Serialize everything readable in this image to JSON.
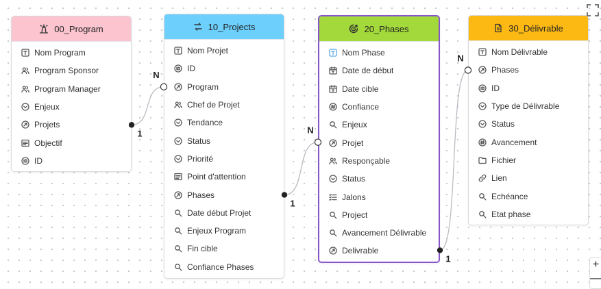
{
  "tables": [
    {
      "key": "a",
      "title": "00_Program",
      "header_color": "#fbc4ce",
      "icon": "lighthouse-icon",
      "selected": false,
      "fields": [
        {
          "label": "Nom Program",
          "icon": "text-icon"
        },
        {
          "label": "Program Sponsor",
          "icon": "people-icon"
        },
        {
          "label": "Program Manager",
          "icon": "people-icon"
        },
        {
          "label": "Enjeux",
          "icon": "status-icon"
        },
        {
          "label": "Projets",
          "icon": "relation-icon"
        },
        {
          "label": "Objectif",
          "icon": "longtext-icon"
        },
        {
          "label": "ID",
          "icon": "id-icon"
        }
      ]
    },
    {
      "key": "b",
      "title": "10_Projects",
      "header_color": "#6ccffc",
      "icon": "workflow-icon",
      "selected": false,
      "fields": [
        {
          "label": "Nom Projet",
          "icon": "text-icon"
        },
        {
          "label": "ID",
          "icon": "id-icon"
        },
        {
          "label": "Program",
          "icon": "relation-icon"
        },
        {
          "label": "Chef de Projet",
          "icon": "people-icon"
        },
        {
          "label": "Tendance",
          "icon": "status-icon"
        },
        {
          "label": "Status",
          "icon": "status-icon"
        },
        {
          "label": "Priorité",
          "icon": "status-icon"
        },
        {
          "label": "Point d'attention",
          "icon": "longtext-icon"
        },
        {
          "label": "Phases",
          "icon": "relation-icon"
        },
        {
          "label": "Date début Projet",
          "icon": "rollup-icon"
        },
        {
          "label": "Enjeux Program",
          "icon": "rollup-icon"
        },
        {
          "label": "Fin cible",
          "icon": "rollup-icon"
        },
        {
          "label": "Confiance Phases",
          "icon": "rollup-icon"
        }
      ]
    },
    {
      "key": "c",
      "title": "20_Phases",
      "header_color": "#a3d93b",
      "icon": "progress-icon",
      "selected": true,
      "fields": [
        {
          "label": "Nom Phase",
          "icon": "text-icon"
        },
        {
          "label": "Date de début",
          "icon": "calendar-icon"
        },
        {
          "label": "Date cible",
          "icon": "calendar-icon"
        },
        {
          "label": "Confiance",
          "icon": "number-icon"
        },
        {
          "label": "Enjeux",
          "icon": "rollup-icon"
        },
        {
          "label": "Projet",
          "icon": "relation-icon"
        },
        {
          "label": "Responçable",
          "icon": "people-icon"
        },
        {
          "label": "Status",
          "icon": "status-icon"
        },
        {
          "label": "Jalons",
          "icon": "checklist-icon"
        },
        {
          "label": "Project",
          "icon": "rollup-icon"
        },
        {
          "label": "Avancement Délivrable",
          "icon": "rollup-icon"
        },
        {
          "label": "Delivrable",
          "icon": "relation-icon"
        }
      ]
    },
    {
      "key": "d",
      "title": "30_Délivrable",
      "header_color": "#fdb913",
      "icon": "document-icon",
      "selected": false,
      "fields": [
        {
          "label": "Nom Délivrable",
          "icon": "text-icon"
        },
        {
          "label": "Phases",
          "icon": "relation-icon"
        },
        {
          "label": "ID",
          "icon": "id-icon"
        },
        {
          "label": "Type de Délivrable",
          "icon": "status-icon"
        },
        {
          "label": "Status",
          "icon": "status-icon"
        },
        {
          "label": "Avancement",
          "icon": "number-icon"
        },
        {
          "label": "Fichier",
          "icon": "folder-icon"
        },
        {
          "label": "Lien",
          "icon": "link-icon"
        },
        {
          "label": "Echéance",
          "icon": "rollup-icon"
        },
        {
          "label": "Etat phase",
          "icon": "rollup-icon"
        }
      ]
    }
  ],
  "relations": [
    {
      "from_table": "a",
      "from_field": 4,
      "to_table": "b",
      "to_field": 2,
      "from_card": "1",
      "to_card": "N"
    },
    {
      "from_table": "b",
      "from_field": 8,
      "to_table": "c",
      "to_field": 5,
      "from_card": "1",
      "to_card": "N"
    },
    {
      "from_table": "c",
      "from_field": 11,
      "to_table": "d",
      "to_field": 1,
      "from_card": "1",
      "to_card": "N"
    }
  ],
  "controls": {
    "fit_icon": "fit-view-icon",
    "zoom_in": "+",
    "zoom_out": "—"
  }
}
